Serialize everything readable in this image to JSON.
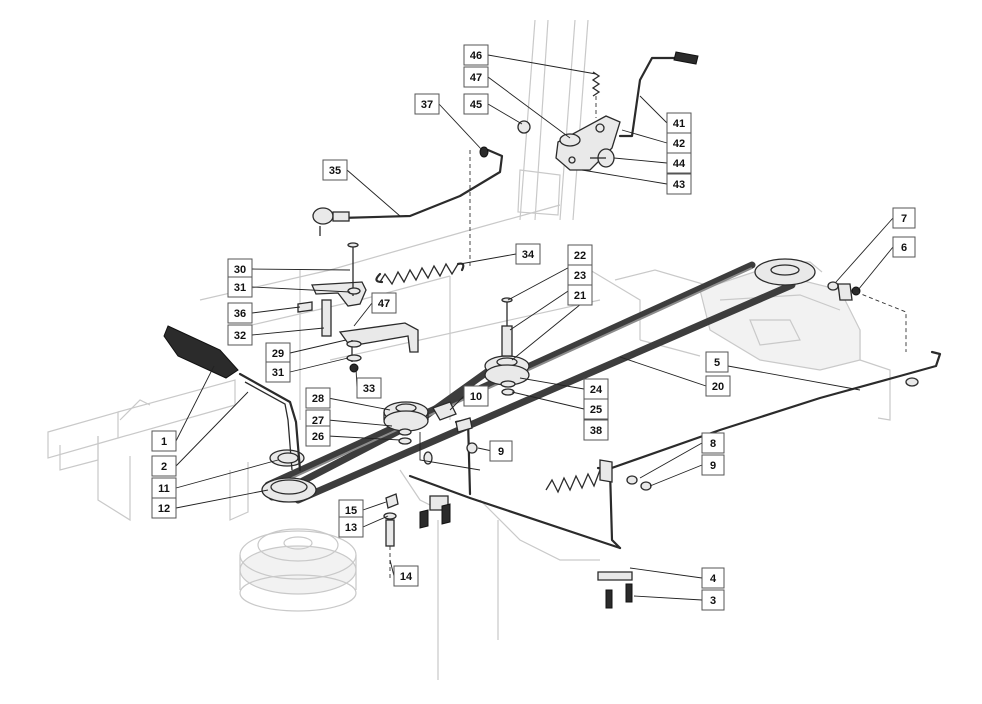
{
  "diagram": {
    "callouts": [
      {
        "id": "c46",
        "label": "46"
      },
      {
        "id": "c47a",
        "label": "47"
      },
      {
        "id": "c45",
        "label": "45"
      },
      {
        "id": "c37",
        "label": "37"
      },
      {
        "id": "c41",
        "label": "41"
      },
      {
        "id": "c42",
        "label": "42"
      },
      {
        "id": "c44",
        "label": "44"
      },
      {
        "id": "c43",
        "label": "43"
      },
      {
        "id": "c35",
        "label": "35"
      },
      {
        "id": "c7",
        "label": "7"
      },
      {
        "id": "c6",
        "label": "6"
      },
      {
        "id": "c30",
        "label": "30"
      },
      {
        "id": "c34",
        "label": "34"
      },
      {
        "id": "c22",
        "label": "22"
      },
      {
        "id": "c23",
        "label": "23"
      },
      {
        "id": "c31a",
        "label": "31"
      },
      {
        "id": "c47b",
        "label": "47"
      },
      {
        "id": "c21",
        "label": "21"
      },
      {
        "id": "c36",
        "label": "36"
      },
      {
        "id": "c32",
        "label": "32"
      },
      {
        "id": "c29",
        "label": "29"
      },
      {
        "id": "c5",
        "label": "5"
      },
      {
        "id": "c31b",
        "label": "31"
      },
      {
        "id": "c33",
        "label": "33"
      },
      {
        "id": "c20",
        "label": "20"
      },
      {
        "id": "c24",
        "label": "24"
      },
      {
        "id": "c28",
        "label": "28"
      },
      {
        "id": "c10",
        "label": "10"
      },
      {
        "id": "c25",
        "label": "25"
      },
      {
        "id": "c27",
        "label": "27"
      },
      {
        "id": "c1",
        "label": "1"
      },
      {
        "id": "c26",
        "label": "26"
      },
      {
        "id": "c38",
        "label": "38"
      },
      {
        "id": "c9a",
        "label": "9"
      },
      {
        "id": "c8",
        "label": "8"
      },
      {
        "id": "c2",
        "label": "2"
      },
      {
        "id": "c9b",
        "label": "9"
      },
      {
        "id": "c11",
        "label": "11"
      },
      {
        "id": "c12",
        "label": "12"
      },
      {
        "id": "c15",
        "label": "15"
      },
      {
        "id": "c13",
        "label": "13"
      },
      {
        "id": "c14",
        "label": "14"
      },
      {
        "id": "c4",
        "label": "4"
      },
      {
        "id": "c3",
        "label": "3"
      }
    ]
  }
}
